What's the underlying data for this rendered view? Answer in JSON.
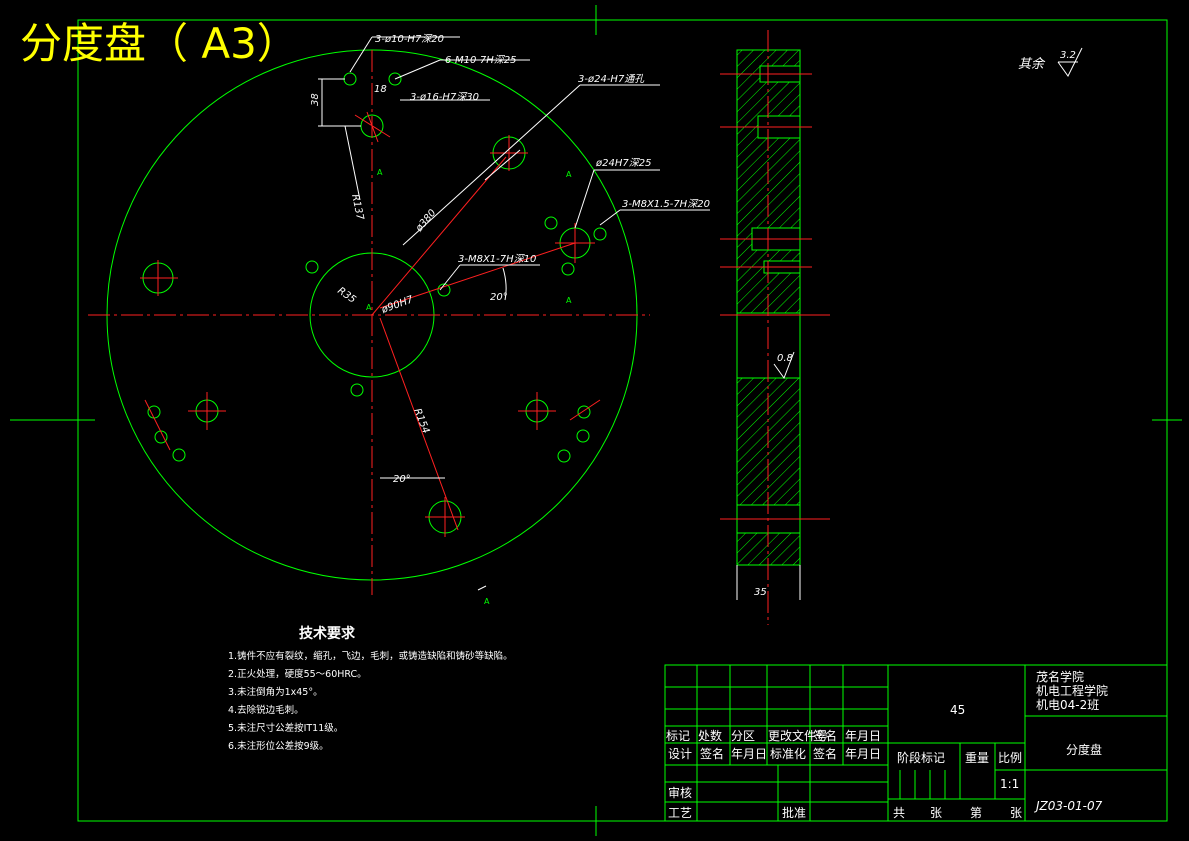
{
  "title": "分度盘（ A3）",
  "dimensions": {
    "d10": "3-ø10-H7深20",
    "m10": "6-M10-7H深25",
    "v18": "18",
    "d16": "3-ø16-H7深30",
    "v38": "38",
    "d24thru": "3-ø24-H7通孔",
    "r137": "R137",
    "d24": "ø24H7深25",
    "d380": "ø380",
    "m8x15": "3-M8X1.5-7H深20",
    "m8x1": "3-M8X1-7H深10",
    "r35": "R35",
    "d90": "ø90H7",
    "ang20a": "20°",
    "r154": "R154",
    "ang20b": "20°",
    "side35": "35",
    "rough08": "0.8",
    "rough32": "3.2",
    "qiyu": "其余",
    "markA": "A"
  },
  "tech": {
    "heading": "技术要求",
    "lines": [
      "1.铸件不应有裂纹，缩孔，飞边，毛刺，或铸造缺陷和铸砂等缺陷。",
      "2.正火处理，硬度55～60HRC。",
      "3.未注倒角为1x45°。",
      "4.去除锐边毛刺。",
      "5.未注尺寸公差按IT11级。",
      "6.未注形位公差按9级。"
    ]
  },
  "titleblock": {
    "material": "45",
    "school1": "茂名学院",
    "school2": "机电工程学院",
    "school3": "机电04-2班",
    "part_name": "分度盘",
    "drawing_no": "JZ03-01-07",
    "row_labels": [
      "标记",
      "处数",
      "分区",
      "更改文件号",
      "签名",
      "年月日"
    ],
    "row2_labels": [
      "设计",
      "签名",
      "年月日",
      "标准化",
      "签名",
      "年月日"
    ],
    "stage": "阶段标记",
    "weight": "重量",
    "ratio": "比例",
    "ratio_val": "1:1",
    "review": "审核",
    "craft": "工艺",
    "approve": "批准",
    "total": "共",
    "sheets": "张",
    "no": "第",
    "sheet2": "张"
  }
}
